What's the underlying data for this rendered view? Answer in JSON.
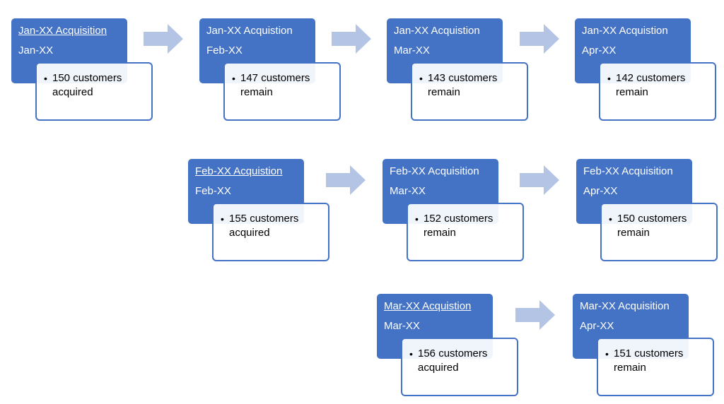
{
  "cohorts": [
    {
      "steps": [
        {
          "title": "Jan-XX Acquisition",
          "period": "Jan-XX",
          "line1": "150 customers",
          "line2": "acquired"
        },
        {
          "title": "Jan-XX Acquistion",
          "period": "Feb-XX",
          "line1": "147 customers",
          "line2": "remain"
        },
        {
          "title": "Jan-XX Acquistion",
          "period": "Mar-XX",
          "line1": "143 customers",
          "line2": "remain"
        },
        {
          "title": "Jan-XX Acquistion",
          "period": "Apr-XX",
          "line1": "142 customers",
          "line2": "remain"
        }
      ]
    },
    {
      "steps": [
        {
          "title": "Feb-XX Acquistion",
          "period": "Feb-XX",
          "line1": "155 customers",
          "line2": "acquired"
        },
        {
          "title": "Feb-XX Acquisition",
          "period": "Mar-XX",
          "line1": "152 customers",
          "line2": "remain"
        },
        {
          "title": "Feb-XX Acquisition",
          "period": "Apr-XX",
          "line1": "150 customers",
          "line2": "remain"
        }
      ]
    },
    {
      "steps": [
        {
          "title": "Mar-XX Acquistion",
          "period": "Mar-XX",
          "line1": "156 customers",
          "line2": "acquired"
        },
        {
          "title": "Mar-XX Acquisition",
          "period": "Apr-XX",
          "line1": "151 customers",
          "line2": "remain"
        }
      ]
    }
  ],
  "colors": {
    "header_fill": "#4472c4",
    "detail_border": "#4472c4",
    "arrow_fill": "#b4c4e4"
  },
  "icons": {
    "bullet": "bullet-icon",
    "connector": "right-arrow-icon"
  }
}
